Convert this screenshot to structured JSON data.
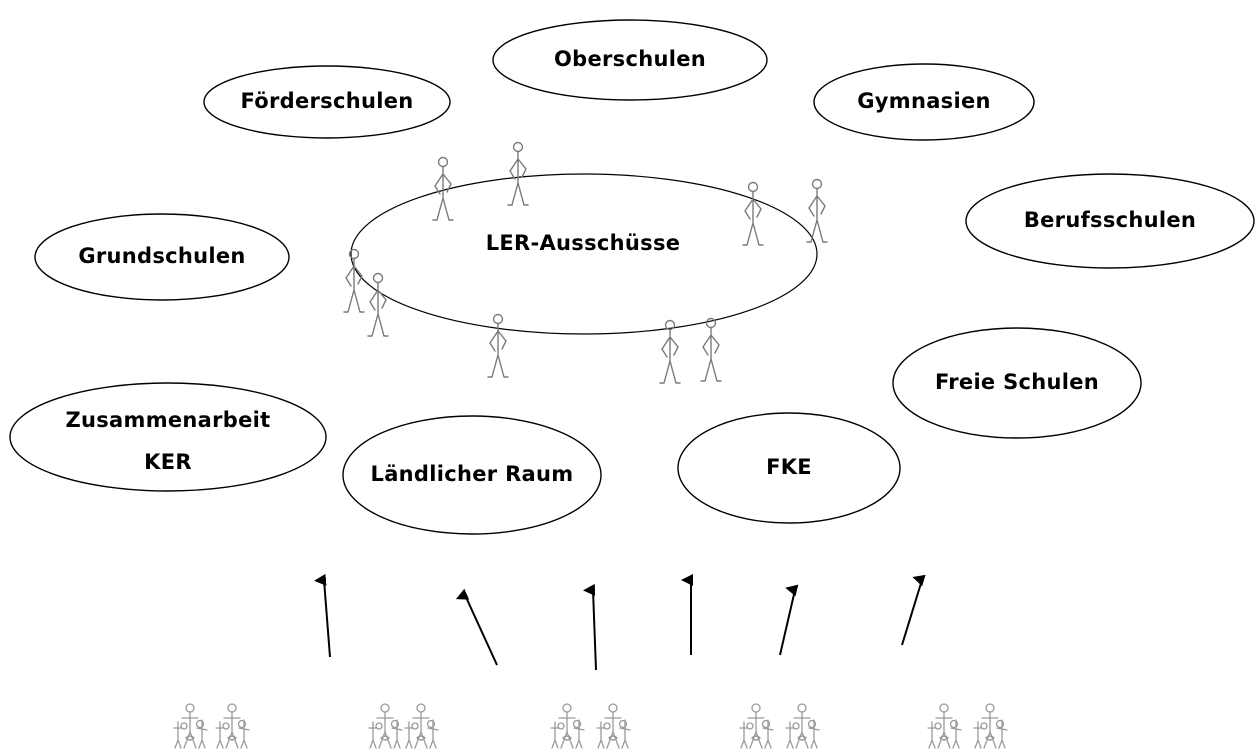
{
  "center": {
    "label": "LER-Ausschüsse"
  },
  "nodes": [
    {
      "id": "oberschulen",
      "label": "Oberschulen"
    },
    {
      "id": "foerderschulen",
      "label": "Förderschulen"
    },
    {
      "id": "gymnasien",
      "label": "Gymnasien"
    },
    {
      "id": "berufsschulen",
      "label": "Berufsschulen"
    },
    {
      "id": "grundschulen",
      "label": "Grundschulen"
    },
    {
      "id": "freie-schulen",
      "label": "Freie Schulen"
    },
    {
      "id": "zusammenarbeit-ker",
      "lines": [
        "Zusammenarbeit",
        "KER"
      ]
    },
    {
      "id": "laendlicher-raum",
      "label": "Ländlicher Raum"
    },
    {
      "id": "fke",
      "label": "FKE"
    }
  ],
  "colors": {
    "stroke": "#000000",
    "figure": "#7a7a7a",
    "crowd": "#9a9a9a",
    "background": "#ffffff"
  },
  "icons": [
    "stick-figure-icon",
    "crowd-icon",
    "arrow-up-icon"
  ]
}
